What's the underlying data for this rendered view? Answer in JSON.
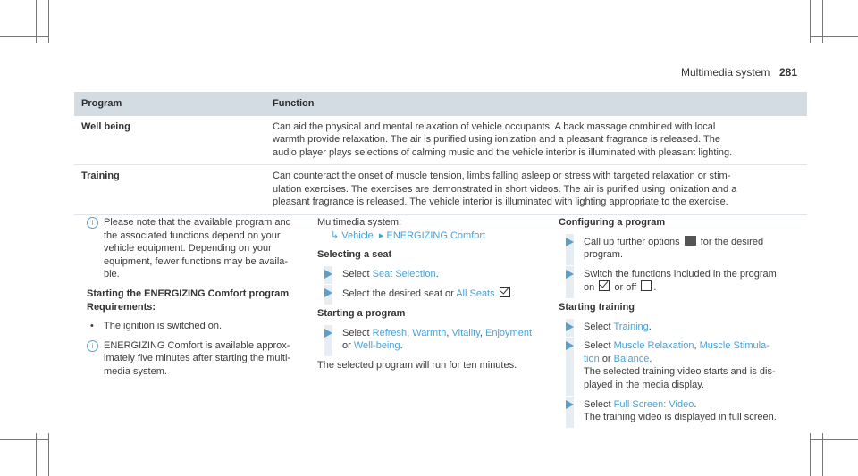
{
  "header": {
    "section_title": "Multimedia system",
    "page_number": "281"
  },
  "table": {
    "col_program": "Program",
    "col_function": "Function",
    "rows": [
      {
        "program": "Well being",
        "function": [
          "Can aid the physical and mental relaxation of vehicle occupants. A back massage combined with local",
          "warmth provide relaxation. The air is purified using ionization and a pleasant fragrance is released. The",
          "audio player plays selections of calming music and the vehicle interior is illuminated with pleasant lighting."
        ]
      },
      {
        "program": "Training",
        "function": [
          "Can counteract the onset of muscle tension, limbs falling asleep or stress with targeted relaxation or stim-",
          "ulation exercises. The exercises are demonstrated in short videos. The air is purified using ionization and a",
          "pleasant fragrance is released. The vehicle interior is illuminated with lighting appropriate to the exercise."
        ]
      }
    ]
  },
  "col1": {
    "note1": [
      "Please note that the available program and",
      "the associated functions depend on your",
      "vehicle equipment. Depending on your",
      "equipment, fewer functions may be availa-",
      "ble."
    ],
    "heading": "Starting the ENERGIZING Comfort program",
    "req": "Requirements:",
    "bullet_mark": "•",
    "bullet": "The ignition is switched on.",
    "note2": [
      "ENERGIZING Comfort is available approx-",
      "imately five minutes after starting the multi-",
      "media system."
    ]
  },
  "col2": {
    "path_intro": "Multimedia system:",
    "path_arrow": "↳",
    "path_vehicle": "Vehicle",
    "path_sep": "▸",
    "path_item": "ENERGIZING Comfort",
    "seat_heading": "Selecting a seat",
    "s1_pre": "Select",
    "s1_link": "Seat Selection",
    "s1_post": ".",
    "s2_pre": "Select the desired seat or",
    "s2_link": "All Seats",
    "s2_post": ".",
    "prog_heading": "Starting a program",
    "s3_pre": "Select",
    "s3_l1": "Refresh",
    "s3_l2": "Warmth",
    "s3_l3": "Vitality",
    "s3_l4": "Enjoyment",
    "sep": ",",
    "s3_or": "or",
    "s3_l5": "Well-being",
    "s3_post": ".",
    "closing": "The selected program will run for ten minutes."
  },
  "col3": {
    "cfg_heading": "Configuring a program",
    "c1_pre": "Call up further options",
    "c1_post": "for the desired",
    "c1_line2": "program.",
    "c2_line1": "Switch the functions included in the program",
    "c2_on": "on",
    "c2_mid": "or off",
    "c2_end": ".",
    "train_heading": "Starting training",
    "t1_pre": "Select",
    "t1_link": "Training",
    "t1_post": ".",
    "t2_pre": "Select",
    "t2_l1": "Muscle Relaxation",
    "t2_sep": ",",
    "t2_l2a": "Muscle Stimula-",
    "t2_l2b": "tion",
    "t2_or": "or",
    "t2_l3": "Balance",
    "t2_post": ".",
    "t2_desc": [
      "The selected training video starts and is dis-",
      "played in the media display."
    ],
    "t3_pre": "Select",
    "t3_link": "Full Screen: Video",
    "t3_post": ".",
    "t3_desc": "The training video is displayed in full screen."
  }
}
